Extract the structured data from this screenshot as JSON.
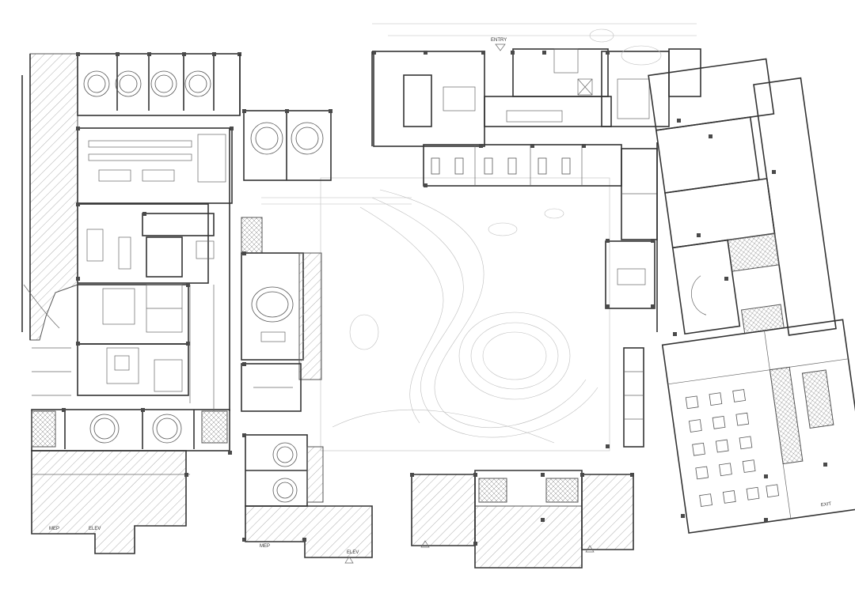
{
  "annotations": {
    "tag_a": "MEP",
    "tag_b": "ELEV",
    "tag_c": "MEP",
    "tag_d": "ELEV",
    "tag_e": "EXIT",
    "tag_top": "ENTRY"
  }
}
